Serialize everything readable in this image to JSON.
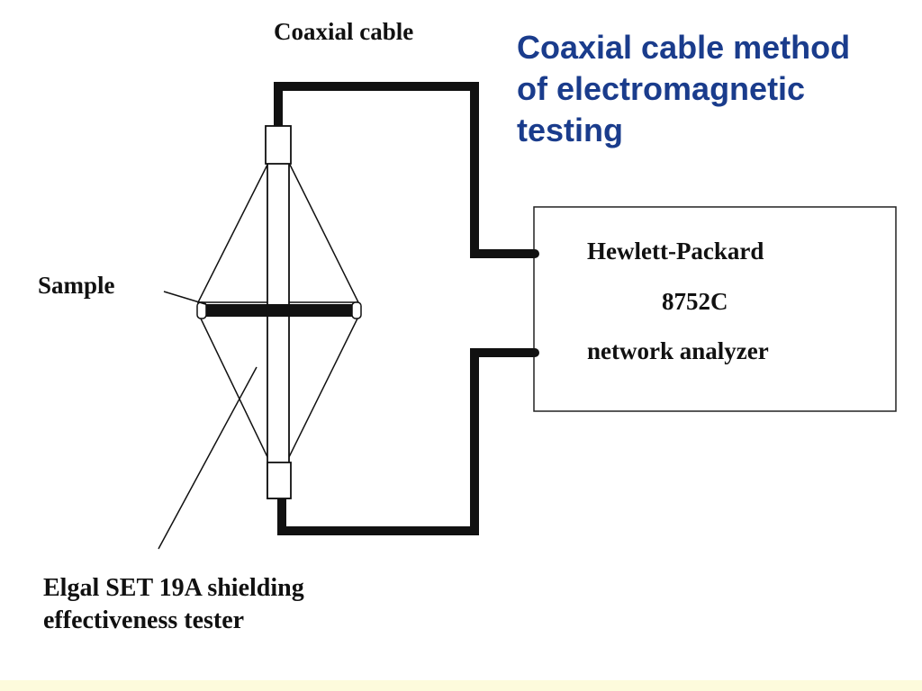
{
  "slide": {
    "title_lines": [
      "Coaxial cable method",
      "of electromagnetic",
      "testing"
    ]
  },
  "labels": {
    "coaxial_cable": "Coaxial cable",
    "sample": "Sample",
    "tester_line1": "Elgal SET 19A shielding",
    "tester_line2": "effectiveness tester"
  },
  "analyzer": {
    "line1": "Hewlett-Packard",
    "line2": "8752C",
    "line3": "network analyzer"
  },
  "colors": {
    "title": "#1a3c8c",
    "ink": "#111111",
    "footer": "#fdfbdc"
  }
}
